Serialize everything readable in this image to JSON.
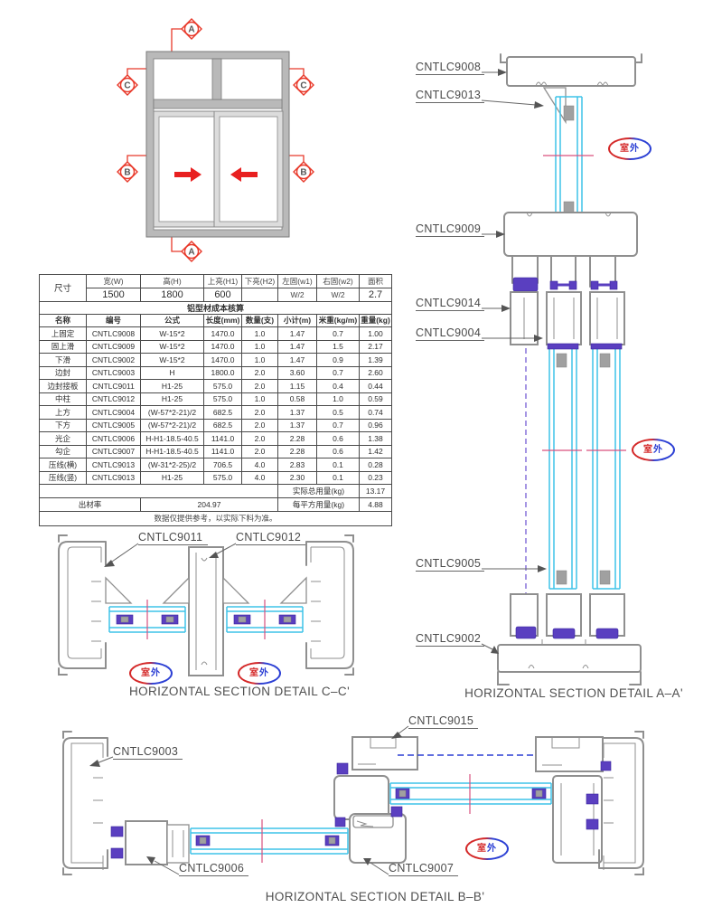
{
  "colors": {
    "marker_red": "#e8392a",
    "glass_cyan": "#3fc3e8",
    "hardware_purple": "#5a3fc0",
    "centerline_pink": "#d9507e",
    "profile_gray": "#8f8f8f",
    "dashed_purple": "#6a4fd0",
    "dashed_blue": "#2b3fd4",
    "badge_red": "#d42828",
    "badge_blue": "#2b3fd4"
  },
  "elevation": {
    "markers": {
      "a": "A",
      "b": "B",
      "c": "C"
    }
  },
  "outdoor_badge": {
    "char1": "室",
    "char2": "外"
  },
  "spec_table": {
    "dim_header": {
      "rowLabel": "尺寸",
      "cols": [
        "宽(W)",
        "高(H)",
        "上亮(H1)",
        "下亮(H2)",
        "左固(w1)",
        "右固(w2)",
        "面积"
      ],
      "values": [
        "1500",
        "1800",
        "600",
        "",
        "W/2",
        "W/2",
        "2.7"
      ]
    },
    "title": "铝型材成本核算",
    "columns": [
      "名称",
      "编号",
      "公式",
      "长度(mm)",
      "数量(支)",
      "小计(m)",
      "米重(kg/m)",
      "重量(kg)"
    ],
    "rows": [
      [
        "上固定",
        "CNTLC9008",
        "W-15*2",
        "1470.0",
        "1.0",
        "1.47",
        "0.7",
        "1.00"
      ],
      [
        "固上滑",
        "CNTLC9009",
        "W-15*2",
        "1470.0",
        "1.0",
        "1.47",
        "1.5",
        "2.17"
      ],
      [
        "下滑",
        "CNTLC9002",
        "W-15*2",
        "1470.0",
        "1.0",
        "1.47",
        "0.9",
        "1.39"
      ],
      [
        "边封",
        "CNTLC9003",
        "H",
        "1800.0",
        "2.0",
        "3.60",
        "0.7",
        "2.60"
      ],
      [
        "边封接板",
        "CNTLC9011",
        "H1-25",
        "575.0",
        "2.0",
        "1.15",
        "0.4",
        "0.44"
      ],
      [
        "中柱",
        "CNTLC9012",
        "H1-25",
        "575.0",
        "1.0",
        "0.58",
        "1.0",
        "0.59"
      ],
      [
        "上方",
        "CNTLC9004",
        "(W-57*2-21)/2",
        "682.5",
        "2.0",
        "1.37",
        "0.5",
        "0.74"
      ],
      [
        "下方",
        "CNTLC9005",
        "(W-57*2-21)/2",
        "682.5",
        "2.0",
        "1.37",
        "0.7",
        "0.96"
      ],
      [
        "光企",
        "CNTLC9006",
        "H-H1-18.5-40.5",
        "1141.0",
        "2.0",
        "2.28",
        "0.6",
        "1.38"
      ],
      [
        "勾企",
        "CNTLC9007",
        "H-H1-18.5-40.5",
        "1141.0",
        "2.0",
        "2.28",
        "0.6",
        "1.42"
      ],
      [
        "压线(横)",
        "CNTLC9013",
        "(W-31*2-25)/2",
        "706.5",
        "4.0",
        "2.83",
        "0.1",
        "0.28"
      ],
      [
        "压线(竖)",
        "CNTLC9013",
        "H1-25",
        "575.0",
        "4.0",
        "2.30",
        "0.1",
        "0.23"
      ]
    ],
    "total_label": "实际总用量(kg)",
    "total_value": "13.17",
    "yield_label": "出材率",
    "yield_value": "204.97",
    "persqm_label": "每平方用量(kg)",
    "persqm_value": "4.88",
    "note": "数据仅提供参考，以实际下料为准。"
  },
  "sections": {
    "aa": {
      "caption": "HORIZONTAL SECTION DETAIL A–A'",
      "labels": {
        "l9008": "CNTLC9008",
        "l9013": "CNTLC9013",
        "l9009": "CNTLC9009",
        "l9014": "CNTLC9014",
        "l9004": "CNTLC9004",
        "l9005": "CNTLC9005",
        "l9002": "CNTLC9002"
      }
    },
    "cc": {
      "caption": "HORIZONTAL SECTION DETAIL C–C'",
      "labels": {
        "l9011": "CNTLC9011",
        "l9012": "CNTLC9012"
      }
    },
    "bb": {
      "caption": "HORIZONTAL SECTION DETAIL B–B'",
      "labels": {
        "l9003": "CNTLC9003",
        "l9015": "CNTLC9015",
        "l9006": "CNTLC9006",
        "l9007": "CNTLC9007"
      }
    }
  }
}
